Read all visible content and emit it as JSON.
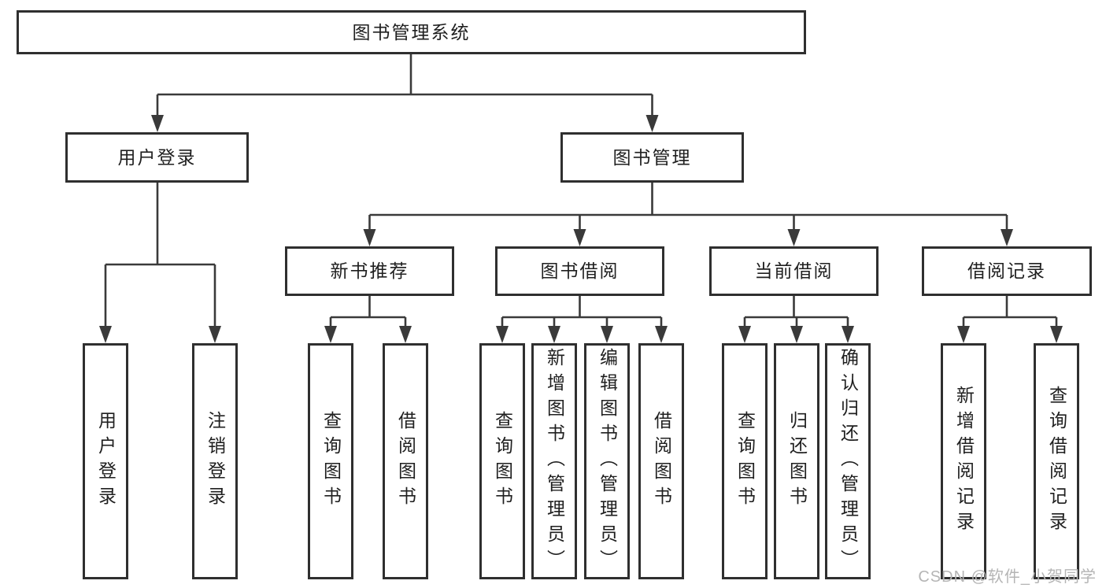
{
  "root_label": "图书管理系统",
  "branches": {
    "left": {
      "label": "用户登录",
      "leaves": [
        "用户登录",
        "注销登录"
      ]
    },
    "right": {
      "label": "图书管理",
      "groups": [
        {
          "label": "新书推荐",
          "leaves": [
            "查询图书",
            "借阅图书"
          ]
        },
        {
          "label": "图书借阅",
          "leaves": [
            "查询图书",
            "新增图书（管理员）",
            "编辑图书（管理员）",
            "借阅图书"
          ]
        },
        {
          "label": "当前借阅",
          "leaves": [
            "查询图书",
            "归还图书",
            "确认归还（管理员）"
          ]
        },
        {
          "label": "借阅记录",
          "leaves": [
            "新增借阅记录",
            "查询借阅记录"
          ]
        }
      ]
    }
  },
  "watermark": "CSDN @软件_小贺同学",
  "colors": {
    "line": "#3a3a3a",
    "border": "#2f2f2f",
    "text": "#1f1f1f",
    "watermark": "#b5b5b5"
  }
}
